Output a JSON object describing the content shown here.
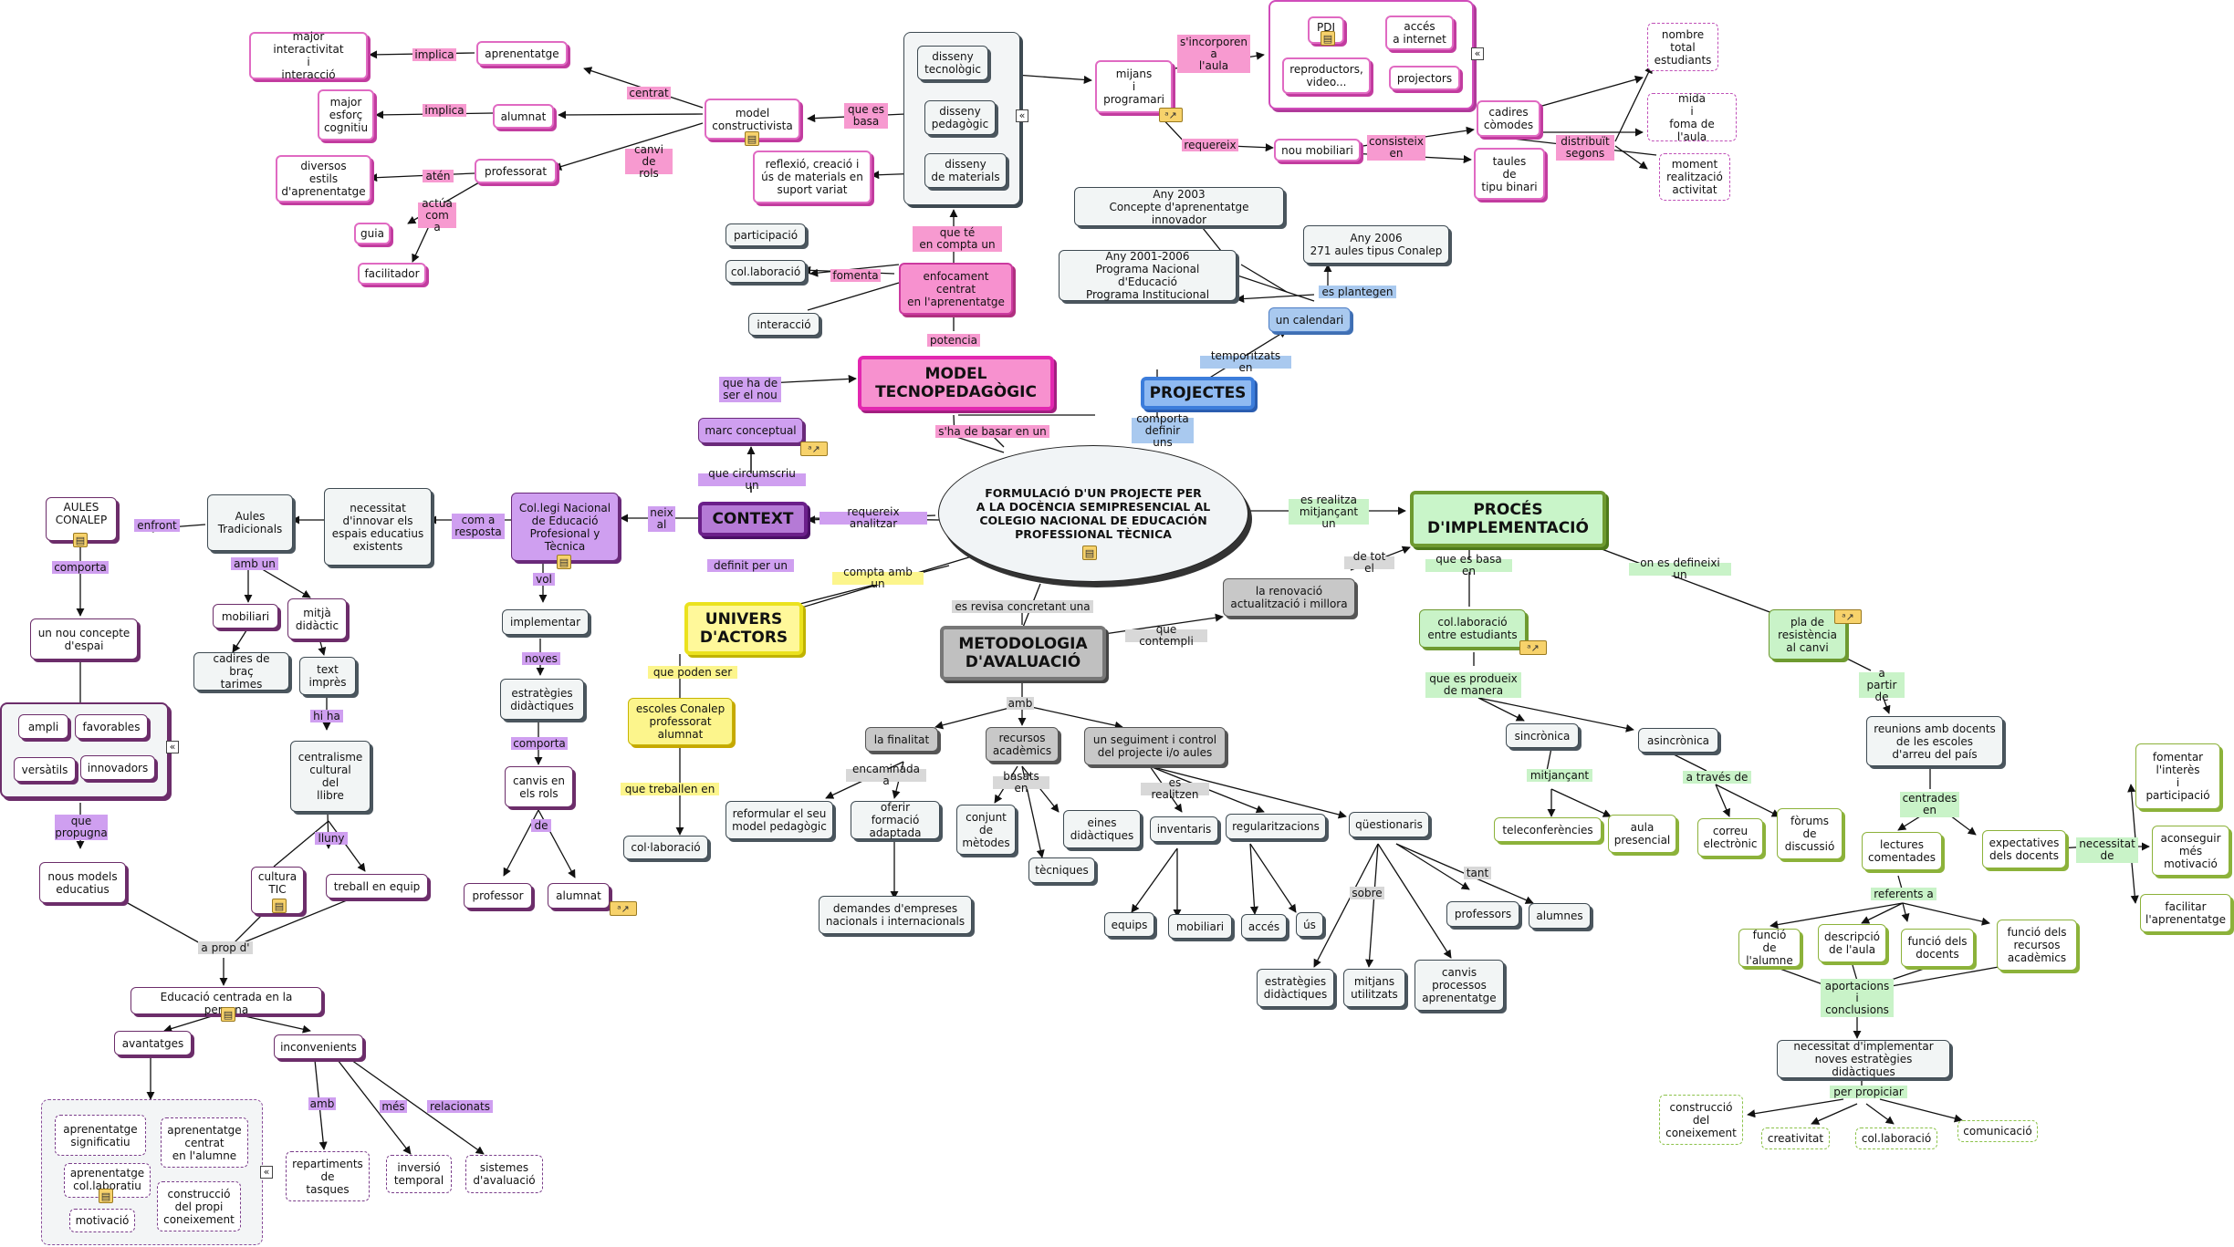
{
  "center": "FORMULACIÓ D'UN PROJECTE PER\nA LA DOCÈNCIA SEMIPRESENCIAL AL\nCOLEGIO NACIONAL DE EDUCACIÓN\nPROFESSIONAL TÈCNICA",
  "main_nodes": {
    "model": "MODEL\nTECNOPEDAGÒGIC",
    "projectes": "PROJECTES",
    "context": "CONTEXT",
    "proces": "PROCÉS\nD'IMPLEMENTACIÓ",
    "univers": "UNIVERS\nD'ACTORS",
    "metodologia": "METODOLOGIA\nD'AVALUACIÓ"
  },
  "nodes": {
    "major_interactivitat": "major interactivitat\ni\ninteracció",
    "aprenentatge": "aprenentatge",
    "major_esforc": "major\nesforç\ncognitiu",
    "alumnat_m": "alumnat",
    "model_constructivista": "model\nconstructivista",
    "diversos_estils": "diversos\nestils\nd'aprenentatge",
    "professorat_m": "professorat",
    "guia": "guia",
    "facilitador": "facilitador",
    "disseny_tecnologic": "disseny\ntecnològic",
    "disseny_pedagogic": "disseny\npedagògic",
    "disseny_materials": "disseny\nde materials",
    "reflexio": "reflexió, creació i\nús de materials en\nsuport variat",
    "mijans_programari": "mijans\ni\nprogramari",
    "pdi": "PDI",
    "acces_internet": "accés\na internet",
    "reproductors": "reproductors,\nvideo...",
    "projectors": "projectors",
    "nou_mobiliari": "nou mobiliari",
    "cadires_comodes": "cadires\ncòmodes",
    "taules_binari": "taules\nde\ntipu binari",
    "nombre_total": "nombre\ntotal\nestudiants",
    "mida_aula": "mida\ni\nfoma de l'aula",
    "moment_activitat": "moment\nrealització\nactivitat",
    "participacio": "participació",
    "col_laboracio_m": "col.laboració",
    "interaccio": "interacció",
    "enfocament": "enfocament\ncentrat\nen l'aprenentatge",
    "any2003": "Any 2003\nConcepte d'aprenentatge innovador",
    "any2006": "Any 2006\n271 aules tipus Conalep",
    "any2001": "Any 2001-2006\nPrograma Nacional d'Educació\nPrograma Institucional",
    "calendari": "un calendari",
    "marc_conceptual": "marc conceptual",
    "colegi_nacional": "Col.legi Nacional\nde Educació\nProfesional y\nTècnica",
    "necessitat_innovar": "necessitat\nd'innovar els\nespais educatius\nexistents",
    "aules_tradicionals": "Aules\nTradicionals",
    "aules_conalep": "AULES\nCONALEP",
    "mobiliari_c": "mobiliari",
    "mitja_didactic": "mitjà\ndidàctic",
    "cadires_brac": "cadires de braç\ntarimes",
    "text_impres": "text\nimprès",
    "centralisme": "centralisme\ncultural\ndel\nllibre",
    "nou_concepte": "un nou concepte\nd'espai",
    "ampli": "ampli",
    "favorables": "favorables",
    "versatils": "versàtils",
    "innovadors": "innovadors",
    "nous_models": "nous models\neducatius",
    "cultura_tic": "cultura\nTIC",
    "treball_equip": "treball en equip",
    "educacio_centrada": "Educació centrada en la persona",
    "avantatges": "avantatges",
    "inconvenients": "inconvenients",
    "aprenentatge_significatiu": "aprenentatge\nsignificatiu",
    "aprenentatge_centrat": "aprenentatge\ncentrat\nen l'alumne",
    "aprenentatge_col": "aprenentatge\ncol.laboratiu",
    "construccio_propi": "construcció\ndel propi\nconeixement",
    "motivacio": "motivació",
    "repartiments": "repartiments\nde\ntasques",
    "inversio": "inversió\ntemporal",
    "sistemes_avaluacio": "sistemes\nd'avaluació",
    "implementar": "implementar",
    "estrategies_c": "estratègies\ndidàctiques",
    "canvis_rols": "canvis en\nels rols",
    "professor_c": "professor",
    "alumnat_c": "alumnat",
    "escoles_conalep": "escoles Conalep\nprofessorat\nalumnat",
    "col_laboracio_u": "col·laboració",
    "finalitat": "la finalitat",
    "recursos_academics": "recursos\nacadèmics",
    "seguiment_control": "un seguiment i control\ndel projecte i/o aules",
    "reformular": "reformular el seu\nmodel pedagògic",
    "oferir_formacio": "oferir formació\nadaptada",
    "demandes": "demandes d'empreses\nnacionals i internacionals",
    "conjunt_metodes": "conjunt\nde\nmètodes",
    "eines_didactiques": "eines\ndidàctiques",
    "tecniques": "tècniques",
    "inventaris": "inventaris",
    "regularitzacions": "regularitzacions",
    "questionaris": "qüestionaris",
    "equips": "equips",
    "mobiliari_m": "mobiliari",
    "acces_m": "accés",
    "us": "ús",
    "professors": "professors",
    "alumnes": "alumnes",
    "estrategies_m": "estratègies\ndidàctiques",
    "mitjans_utilitzats": "mitjans\nutilitzats",
    "canvis_processos": "canvis\nprocessos\naprenentatge",
    "renovacio": "la renovació\nactualització i millora",
    "col_laboracio_estudiants": "col.laboració\nentre estudiants",
    "sincronica": "sincrònica",
    "asincronica": "asincrònica",
    "teleconferencies": "teleconferències",
    "aula_presencial": "aula\npresencial",
    "correu": "correu\nelectrònic",
    "forums": "fòrums\nde\ndiscussió",
    "pla_resistencia": "pla de\nresistència\nal canvi",
    "reunions": "reunions amb docents\nde les escoles\nd'arreu del país",
    "lectures": "lectures\ncomentades",
    "expectatives": "expectatives\ndels docents",
    "fomentar": "fomentar\nl'interès\ni\nparticipació",
    "aconseguir": "aconseguir\nmés\nmotivació",
    "facilitar": "facilitar\nl'aprenentatge",
    "funcio_alumne": "funció de\nl'alumne",
    "descripcio_aula": "descripció\nde l'aula",
    "funcio_docents": "funció dels\ndocents",
    "funcio_recursos": "funció dels\nrecursos\nacadèmics",
    "necessitat_implementar": "necessitat d'implementar\nnoves estratègies didàctiques",
    "construccio_coneixement": "construcció\ndel\nconeixement",
    "creativitat": "creativitat",
    "col_laboracio_p": "col.laboració",
    "comunicacio": "comunicació"
  },
  "link_labels": {
    "implica1": "implica",
    "implica2": "implica",
    "aten": "atén",
    "actua": "actúa\ncom a",
    "centrat": "centrat",
    "canvi_rols": "canvi de\nrols",
    "que_es_basa": "que es\nbasa",
    "sincorporen": "s'incorporen\na\nl'aula",
    "requereix": "requereix",
    "consisteix": "consisteix\nen",
    "distribuit": "distribuït\nsegons",
    "que_te": "que té\nen compta un",
    "fomenta": "fomenta",
    "potencia": "potencia",
    "es_plantegen": "es plantegen",
    "temporitzats": "temporitzats en",
    "comporta_definir": "comporta\ndefinir uns",
    "que_ha_de_ser": "que ha de\nser el nou",
    "sha_de_basar": "s'ha de basar en un",
    "que_circumscriu": "que circumscriu un",
    "requereix_analitzar": "requereix analitzar",
    "neix_al": "neix\nal",
    "com_a_resposta": "com a\nresposta",
    "enfront": "enfront",
    "comporta_a": "comporta",
    "amb_un": "amb un",
    "hi_ha": "hi ha",
    "que_propugna": "que\npropugna",
    "lluny": "lluny",
    "a_prop_d": "a prop d'",
    "amb": "amb",
    "mes": "més",
    "relacionats": "relacionats",
    "vol": "vol",
    "noves": "noves",
    "comporta_c": "comporta",
    "de": "de",
    "definit_per_un": "definit per un",
    "compta_amb_un": "compta amb un",
    "que_poden_ser": "que poden ser",
    "que_treballen_en": "que treballen en",
    "es_revisa": "es revisa concretant una",
    "amb_m": "amb",
    "encaminada_a": "encaminada a",
    "basats_en": "basats en",
    "es_realitzen": "es realitzen",
    "tant": "tant",
    "sobre": "sobre",
    "que_contempli": "que contempli",
    "de_tot_el": "de tot el",
    "es_realitza": "es realitza\nmitjançant un",
    "que_es_basa_en": "que es basa en",
    "on_es_defineix": "on es defineixi un",
    "que_es_produeix": "que es produeix\nde manera",
    "mitjancant": "mitjançant",
    "a_traves_de": "a través de",
    "a_partir_de": "a partir\nde",
    "centrades_en": "centrades\nen",
    "necessitat_de": "necessitat\nde",
    "referents_a": "referents a",
    "aportacions": "aportacions\ni\nconclusions",
    "per_propiciar": "per propiciar"
  },
  "icons": {
    "note": "note-icon",
    "resource": "resource-link-icon",
    "collapse": "collapse-arrow-icon"
  },
  "colors": {
    "pink": "#f791cf",
    "purple": "#cf9ff0",
    "green": "#c9f3c8",
    "blue": "#a9c9ef",
    "yellow": "#fcf58c",
    "gray": "#c8c8c8"
  }
}
